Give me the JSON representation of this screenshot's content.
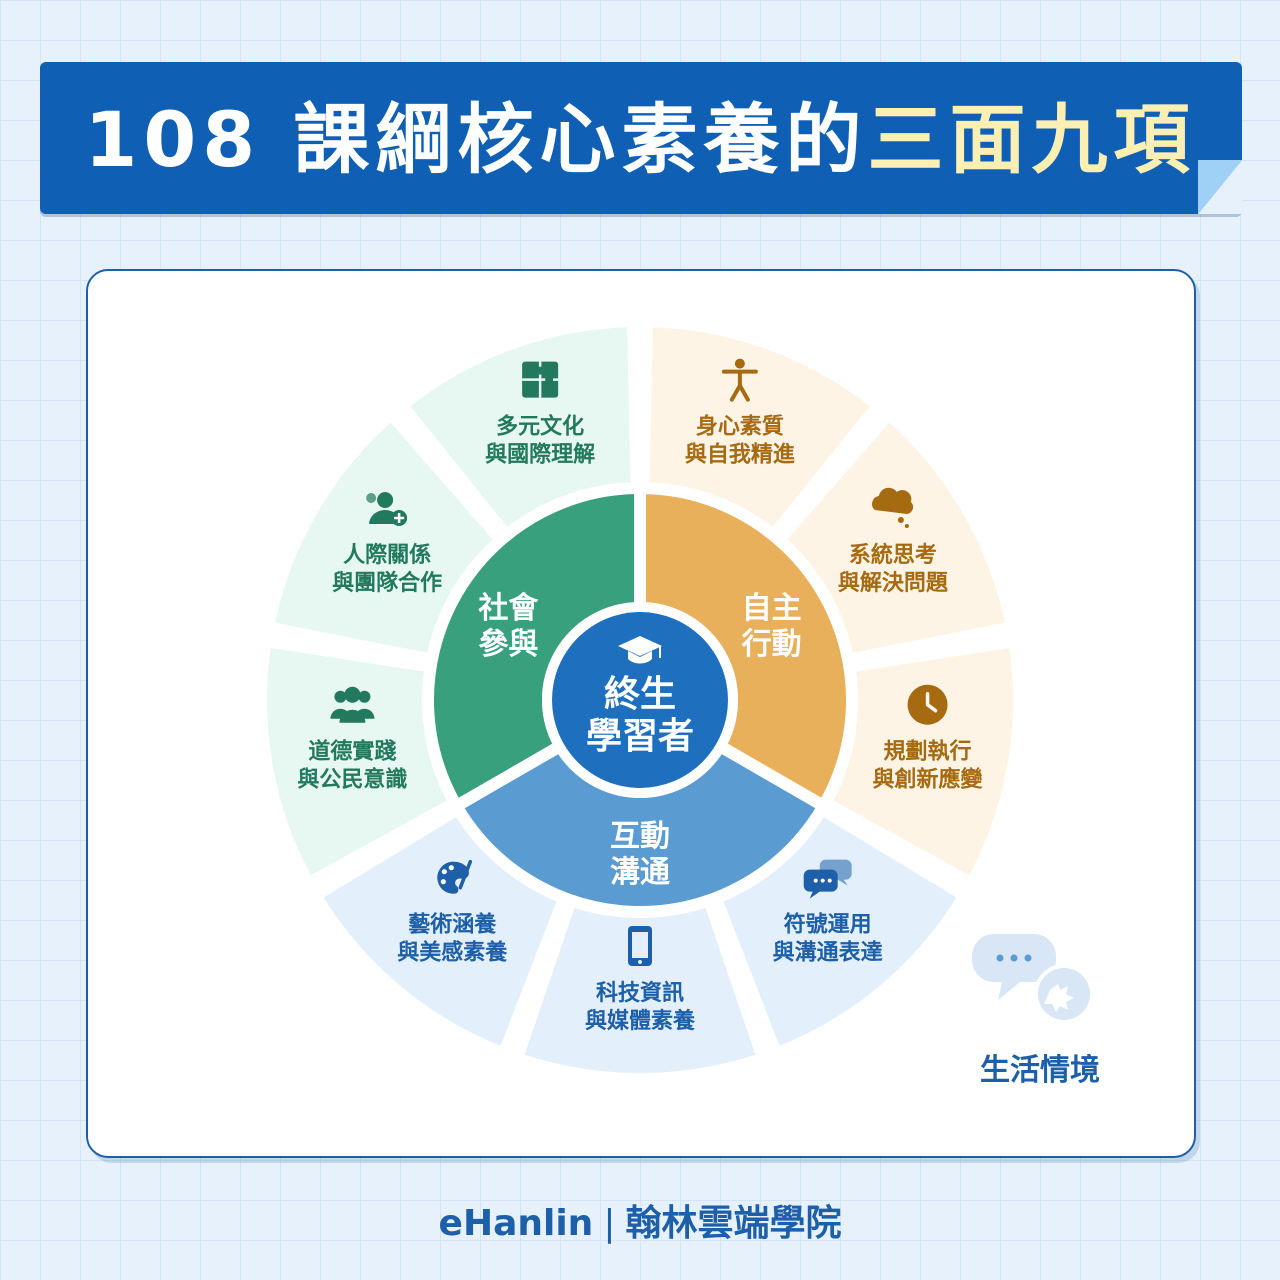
{
  "title": {
    "main": "108 課綱核心素養的",
    "highlight": "三面九項"
  },
  "center": {
    "line1": "終生",
    "line2": "學習者",
    "icon": "graduation-cap-icon"
  },
  "dimensions": [
    {
      "id": "autonomous",
      "line1": "自主",
      "line2": "行動",
      "color": "#e8b05b"
    },
    {
      "id": "communication",
      "line1": "互動",
      "line2": "溝通",
      "color": "#5a9bd2"
    },
    {
      "id": "social",
      "line1": "社會",
      "line2": "參與",
      "color": "#38a07d"
    }
  ],
  "items": [
    {
      "line1": "身心素質",
      "line2": "與自我精進",
      "icon": "person-icon",
      "group": "autonomous"
    },
    {
      "line1": "系統思考",
      "line2": "與解決問題",
      "icon": "thought-cloud-icon",
      "group": "autonomous"
    },
    {
      "line1": "規劃執行",
      "line2": "與創新應變",
      "icon": "clock-icon",
      "group": "autonomous"
    },
    {
      "line1": "符號運用",
      "line2": "與溝通表達",
      "icon": "chat-bubbles-icon",
      "group": "communication"
    },
    {
      "line1": "科技資訊",
      "line2": "與媒體素養",
      "icon": "mobile-phone-icon",
      "group": "communication"
    },
    {
      "line1": "藝術涵養",
      "line2": "與美感素養",
      "icon": "palette-icon",
      "group": "communication"
    },
    {
      "line1": "道德實踐",
      "line2": "與公民意識",
      "icon": "people-group-icon",
      "group": "social"
    },
    {
      "line1": "人際關係",
      "line2": "與團隊合作",
      "icon": "user-network-icon",
      "group": "social"
    },
    {
      "line1": "多元文化",
      "line2": "與國際理解",
      "icon": "puzzle-icon",
      "group": "social"
    }
  ],
  "context": {
    "label": "生活情境",
    "icon": "speech-bubbles-icon"
  },
  "brand": {
    "latin": "eHanlin",
    "chinese": "翰林雲端學院"
  },
  "colors": {
    "banner": "#0f60b4",
    "highlight": "#fcefb4",
    "orange_text": "#a66a10",
    "blue_text": "#1d5fa8",
    "green_text": "#23795d",
    "orange_bg": "#fef4e6",
    "blue_bg": "#e3f0fc",
    "green_bg": "#e6f8f1"
  }
}
